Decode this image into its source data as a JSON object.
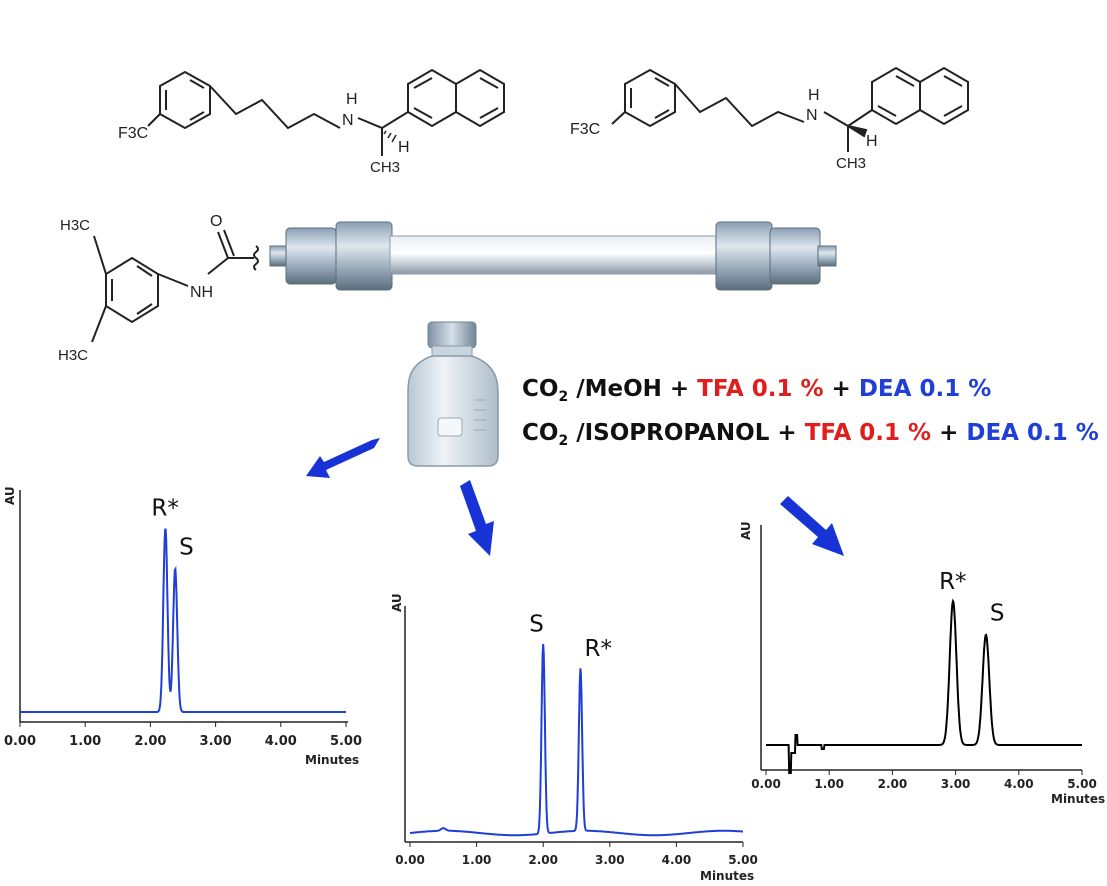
{
  "molecules": {
    "left": {
      "f3c": "F3C",
      "nh": "H",
      "n": "N",
      "h": "H",
      "ch3": "CH3"
    },
    "right": {
      "f3c": "F3C",
      "nh": "H",
      "n": "N",
      "h": "H",
      "ch3": "CH3"
    },
    "selector": {
      "h3c_top": "H3C",
      "h3c_bottom": "H3C",
      "o": "O",
      "nh": "NH"
    }
  },
  "conditions": {
    "line1": {
      "co2": "CO",
      "sub": "2",
      "solvent": " /MeOH + ",
      "tfa": "TFA 0.1 %",
      "plus": " + ",
      "dea": "DEA 0.1 %"
    },
    "line2": {
      "co2": "CO",
      "sub": "2",
      "solvent": " /ISOPROPANOL + ",
      "tfa": "TFA 0.1 %",
      "plus": " + ",
      "dea": "DEA 0.1 %"
    }
  },
  "colors": {
    "arrow": "#1733d6",
    "trace_blue": "#1f3fd6",
    "trace_black": "#000000",
    "tfa": "#e01e1e",
    "dea": "#1f3fd6"
  },
  "chart_data": [
    {
      "type": "line",
      "xlabel": "Minutes",
      "ylabel": "AU",
      "xlim": [
        0,
        5
      ],
      "x_ticks": [
        "0.00",
        "1.00",
        "2.00",
        "3.00",
        "4.00",
        "5.00"
      ],
      "color": "#1f3fd6",
      "peaks": [
        {
          "label": "R*",
          "x": 2.23,
          "height": 0.95
        },
        {
          "label": "S",
          "x": 2.38,
          "height": 0.74
        }
      ]
    },
    {
      "type": "line",
      "xlabel": "Minutes",
      "ylabel": "AU",
      "xlim": [
        0,
        5
      ],
      "x_ticks": [
        "0.00",
        "1.00",
        "2.00",
        "3.00",
        "4.00",
        "5.00"
      ],
      "color": "#1f3fd6",
      "peaks": [
        {
          "label": "S",
          "x": 2.0,
          "height": 0.85
        },
        {
          "label": "R*",
          "x": 2.56,
          "height": 0.73
        }
      ]
    },
    {
      "type": "line",
      "xlabel": "Minutes",
      "ylabel": "AU",
      "xlim": [
        0,
        5
      ],
      "x_ticks": [
        "0.00",
        "1.00",
        "2.00",
        "3.00",
        "4.00",
        "5.00"
      ],
      "color": "#000000",
      "peaks": [
        {
          "label": "R*",
          "x": 2.96,
          "height": 0.73
        },
        {
          "label": "S",
          "x": 3.48,
          "height": 0.56
        }
      ]
    }
  ]
}
